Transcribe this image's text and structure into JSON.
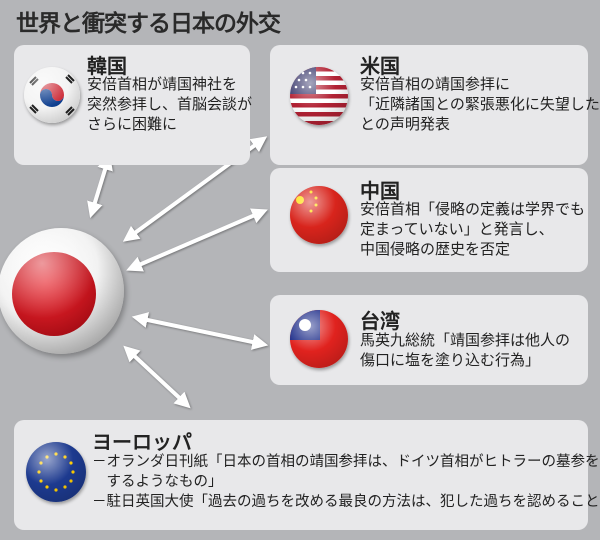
{
  "title": "世界と衝突する日本の外交",
  "countries": {
    "korea": {
      "name": "韓国",
      "lines": [
        "安倍首相が靖国神社を",
        "突然参拝し、首脳会談が",
        "さらに困難に"
      ],
      "flag": "south-korea-flag"
    },
    "usa": {
      "name": "米国",
      "lines": [
        "安倍首相の靖国参拝に",
        "「近隣諸国との緊張悪化に失望した」",
        "との声明発表"
      ],
      "flag": "usa-flag"
    },
    "china": {
      "name": "中国",
      "lines": [
        "安倍首相「侵略の定義は学界でも",
        "定まっていない」と発言し、",
        "中国侵略の歴史を否定"
      ],
      "flag": "china-flag"
    },
    "taiwan": {
      "name": "台湾",
      "lines": [
        "馬英九総統「靖国参拝は他人の",
        "傷口に塩を塗り込む行為」"
      ],
      "flag": "taiwan-flag"
    },
    "europe": {
      "name": "ヨーロッパ",
      "lines": [
        "－オランダ日刊紙「日本の首相の靖国参拝は、ドイツ首相がヒトラーの墓参を",
        "　するようなもの」",
        "－駐日英国大使「過去の過ちを改める最良の方法は、犯した過ちを認めることだ」"
      ],
      "flag": "eu-flag"
    }
  },
  "colors": {
    "background": "#b4b5b8",
    "card": "#e8e8ea",
    "arrow": "#ffffff"
  }
}
